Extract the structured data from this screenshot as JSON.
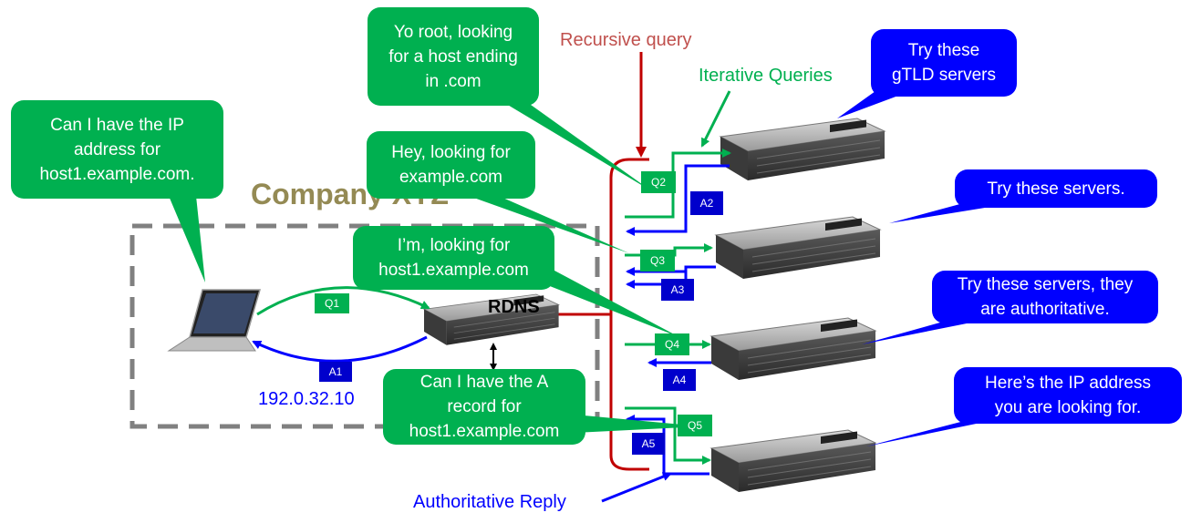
{
  "labels": {
    "recursive": "Recursive query",
    "iterative": "Iterative Queries",
    "authoritative_reply": "Authoritative Reply",
    "company": "Company XYZ",
    "rdns": "RDNS",
    "ip": "192.0.32.10"
  },
  "bubbles": {
    "client": [
      "Can I have the IP",
      "address for",
      "host1.example.com."
    ],
    "root": [
      "Yo root, looking",
      "for a host ending",
      "in .com"
    ],
    "gtld_q": [
      "Hey, looking for",
      "example.com"
    ],
    "auth_q": [
      "I’m, looking for",
      "host1.example.com"
    ],
    "a_record": [
      "Can I have the A",
      "record for",
      "host1.example.com"
    ],
    "gtld_reply": [
      "Try these",
      "gTLD servers"
    ],
    "servers_reply": [
      "Try these servers."
    ],
    "authoritative_servers": [
      "Try these servers, they",
      "are authoritative."
    ],
    "ip_reply": [
      "Here’s the IP address",
      "you are looking for."
    ]
  },
  "tags": {
    "q1": "Q1",
    "a1": "A1",
    "q2": "Q2",
    "a2": "A2",
    "q3": "Q3",
    "a3": "A3",
    "q4": "Q4",
    "a4": "A4",
    "q5": "Q5",
    "a5": "A5"
  },
  "colors": {
    "green": "#00b050",
    "blue": "#0000ff",
    "red": "#c00000",
    "company": "#948a54"
  }
}
